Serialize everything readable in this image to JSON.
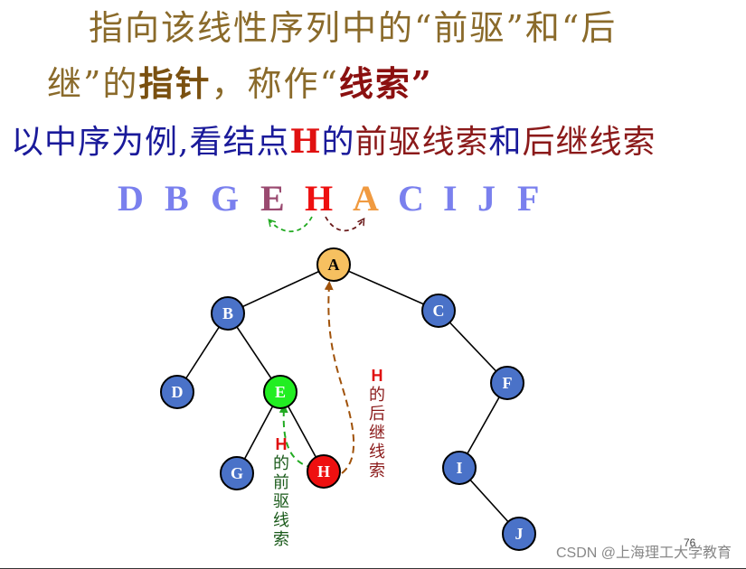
{
  "text": {
    "line1": "指向该线性序列中的“前驱”和“后",
    "line2_prefix": "继”的",
    "line2_pointer": "指针",
    "line2_mid": "，称作“",
    "line2_thread": "线索",
    "line2_suffix": "”",
    "line3_prefix": "以中序为例,看结点",
    "line3_H": "H",
    "line3_de": "的",
    "line3_pred": "前驱线索",
    "line3_and": "和",
    "line3_succ": "后继线索"
  },
  "sequence": [
    "D",
    "B",
    "G",
    "E",
    "H",
    "A",
    "C",
    "I",
    "J",
    "F"
  ],
  "tree": {
    "nodes": [
      {
        "id": "A",
        "label": "A",
        "color": "#f6c060"
      },
      {
        "id": "B",
        "label": "B",
        "color": "#4a72c8"
      },
      {
        "id": "C",
        "label": "C",
        "color": "#4a72c8"
      },
      {
        "id": "D",
        "label": "D",
        "color": "#4a72c8"
      },
      {
        "id": "E",
        "label": "E",
        "color": "#22ee22"
      },
      {
        "id": "F",
        "label": "F",
        "color": "#4a72c8"
      },
      {
        "id": "G",
        "label": "G",
        "color": "#4a72c8"
      },
      {
        "id": "H",
        "label": "H",
        "color": "#ee1010"
      },
      {
        "id": "I",
        "label": "I",
        "color": "#4a72c8"
      },
      {
        "id": "J",
        "label": "J",
        "color": "#4a72c8"
      }
    ],
    "edges": [
      [
        "A",
        "B"
      ],
      [
        "A",
        "C"
      ],
      [
        "B",
        "D"
      ],
      [
        "B",
        "E"
      ],
      [
        "E",
        "G"
      ],
      [
        "E",
        "H"
      ],
      [
        "C",
        "F"
      ],
      [
        "F",
        "I"
      ],
      [
        "I",
        "J"
      ]
    ]
  },
  "annotations": {
    "pred_H": "H",
    "pred_chars": [
      "的",
      "前",
      "驱",
      "线",
      "索"
    ],
    "succ_H": "H",
    "succ_chars": [
      "的",
      "后",
      "继",
      "线",
      "索"
    ]
  },
  "colors": {
    "pred_arrow": "#22aa22",
    "succ_arrow": "#a0520a",
    "seq_arrow_green": "#22aa22",
    "seq_arrow_dark": "#6a1a1a"
  },
  "watermark": "CSDN @上海理工大学教育",
  "page_number": "76"
}
